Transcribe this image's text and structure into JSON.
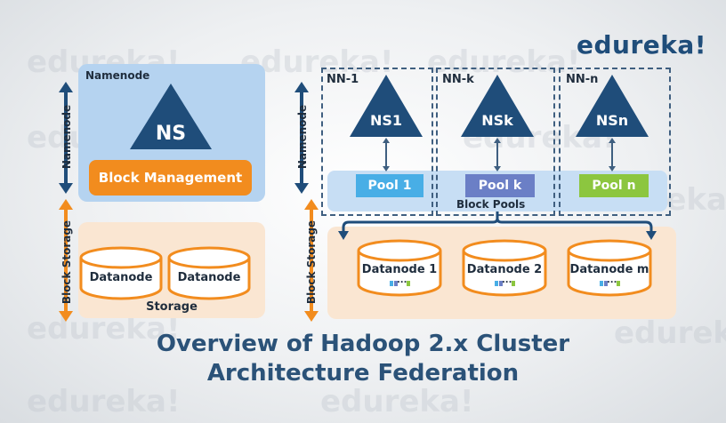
{
  "brand": "edureka!",
  "watermark": "edureka!",
  "colors": {
    "accent_orange": "#f28c1e",
    "namenode_blue": "#b5d3f0",
    "storage_peach": "#fae6d2",
    "triangle_navy": "#1f4d7a",
    "pool1": "#48aee6",
    "poolk": "#6b7fc6",
    "pooln": "#8cc63f"
  },
  "left": {
    "namenode_side_label": "Namenode",
    "block_storage_side_label": "Block Storage",
    "namenode_title": "Namenode",
    "ns_label": "NS",
    "block_management": "Block Management",
    "datanodes": [
      "Datanode",
      "Datanode"
    ],
    "storage_label": "Storage"
  },
  "right": {
    "namenode_side_label": "Namenode",
    "block_storage_side_label": "Block Storage",
    "namenodes": [
      {
        "tag": "NN-1",
        "ns": "NS1",
        "pool": "Pool 1"
      },
      {
        "tag": "NN-k",
        "ns": "NSk",
        "pool": "Pool k"
      },
      {
        "tag": "NN-n",
        "ns": "NSn",
        "pool": "Pool n"
      }
    ],
    "block_pools_label": "Block Pools",
    "datanodes": [
      "Datanode 1",
      "Datanode 2",
      "Datanode m"
    ],
    "datanode_dots": "..."
  },
  "title_line1": "Overview of Hadoop 2.x Cluster",
  "title_line2": "Architecture Federation"
}
